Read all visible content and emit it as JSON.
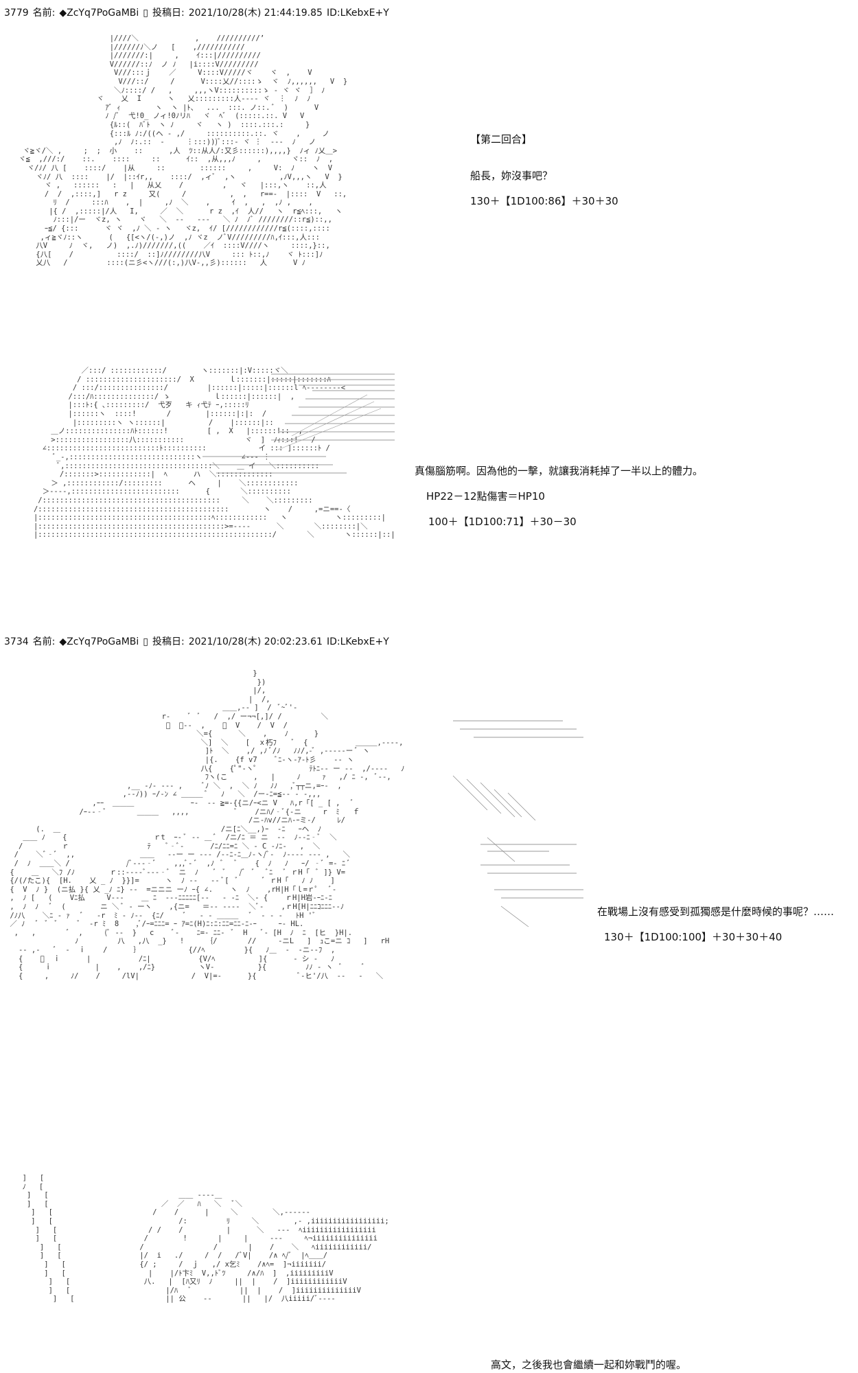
{
  "posts": [
    {
      "number": "3779",
      "name_label": "名前:",
      "trip": "◆ZcYq7PoGaMBi",
      "mark": "▯",
      "date_label": "投稿日:",
      "date": "2021/10/28(木) 21:44:19.85",
      "id": "ID:LKebxE+Y",
      "panels": [
        {
          "lines": [
            "【第二回合】",
            "船長，妳沒事吧？",
            "130＋【1D100:86】＋30＋30"
          ]
        },
        {
          "lines": [
            "真傷腦筋啊。因為他的一擊，就讓我消耗掉了一半以上的體力。",
            "HP22－12點傷害＝HP10",
            "100＋【1D100:71】＋30－30"
          ]
        }
      ]
    },
    {
      "number": "3734",
      "name_label": "名前:",
      "trip": "◆ZcYq7PoGaMBi",
      "mark": "▯",
      "date_label": "投稿日:",
      "date": "2021/10/28(木) 20:02:23.61",
      "id": "ID:LKebxE+Y",
      "panels": [
        {
          "lines": [
            "在戰場上沒有感受到孤獨感是什麼時候的事呢？……",
            "130＋【1D100:100】＋30＋30＋40"
          ]
        },
        {
          "lines": [
            "高文，之後我也會繼續一起和妳戰鬥的喔。"
          ]
        }
      ]
    }
  ]
}
